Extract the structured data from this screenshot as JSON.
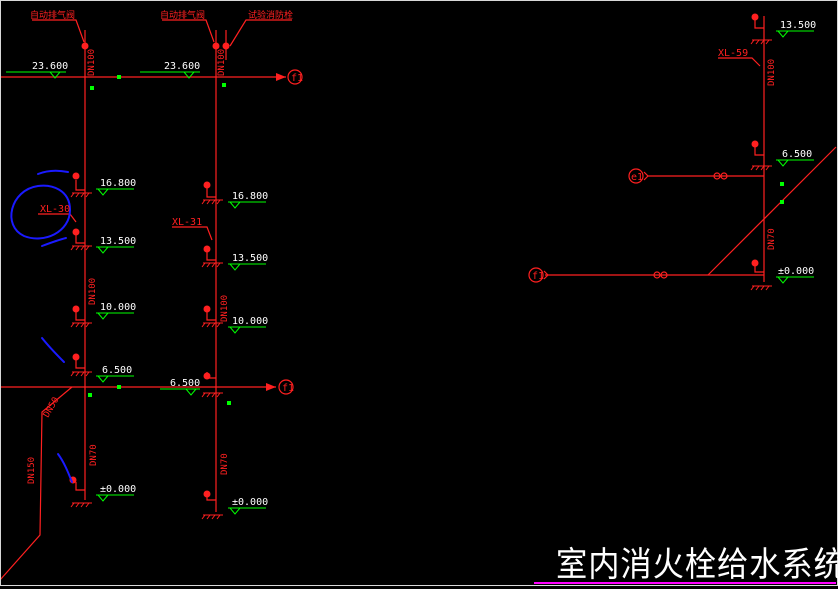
{
  "colors": {
    "background": "#000000",
    "pipe": "#ff2020",
    "elevation_line": "#00ff00",
    "text": "#ffffff",
    "annotation": "#1a1aff",
    "valve": "#00ff00",
    "title": "#ffffff"
  },
  "title": "室内消火栓给水系统图",
  "top_notes": [
    "自动排气阀",
    "自动排气阀",
    "试验消防栓"
  ],
  "pipe_labels": {
    "xl30": "XL-30",
    "xl31": "XL-31",
    "xl59": "XL-59",
    "dn100": "DN100",
    "dn70": "DN70",
    "dn50": "DN50",
    "dn150": "DN150"
  },
  "connectors": {
    "f1": "f1",
    "e1": "e1"
  },
  "elevations": {
    "e23600": "23.600",
    "e16800": "16.800",
    "e13500": "13.500",
    "e10000": "10.000",
    "e6500": "6.500",
    "e0000": "±0.000"
  }
}
